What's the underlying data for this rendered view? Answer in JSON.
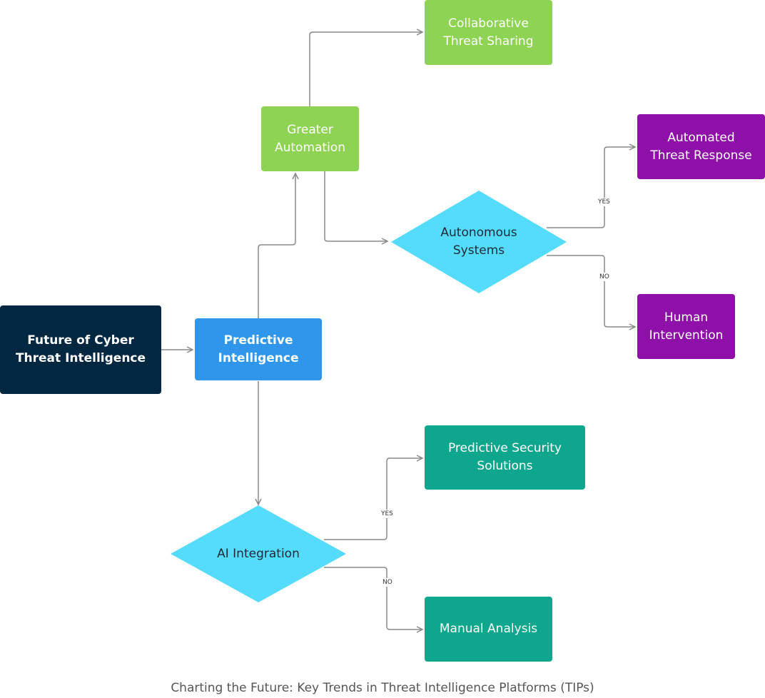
{
  "colors": {
    "root": "#022741",
    "predictive": "#2f96ec",
    "automation_green": "#8ed354",
    "decision_cyan": "#55dcfc",
    "purple": "#8f10a8",
    "teal": "#0ea68c",
    "edge": "#8a8a8a"
  },
  "nodes": {
    "root": {
      "label": "Future of Cyber\nThreat Intelligence"
    },
    "predictive_intelligence": {
      "label": "Predictive\nIntelligence"
    },
    "greater_automation": {
      "label": "Greater\nAutomation"
    },
    "collaborative_threat_sharing": {
      "label": "Collaborative\nThreat Sharing"
    },
    "autonomous_systems": {
      "label": "Autonomous\nSystems"
    },
    "automated_threat_response": {
      "label": "Automated\nThreat Response"
    },
    "human_intervention": {
      "label": "Human\nIntervention"
    },
    "ai_integration": {
      "label": "AI Integration"
    },
    "predictive_security_solutions": {
      "label": "Predictive Security\nSolutions"
    },
    "manual_analysis": {
      "label": "Manual Analysis"
    }
  },
  "edge_labels": {
    "autonomous_yes": "YES",
    "autonomous_no": "NO",
    "ai_yes": "YES",
    "ai_no": "NO"
  },
  "caption": "Charting the Future: Key Trends in Threat Intelligence Platforms (TIPs)"
}
